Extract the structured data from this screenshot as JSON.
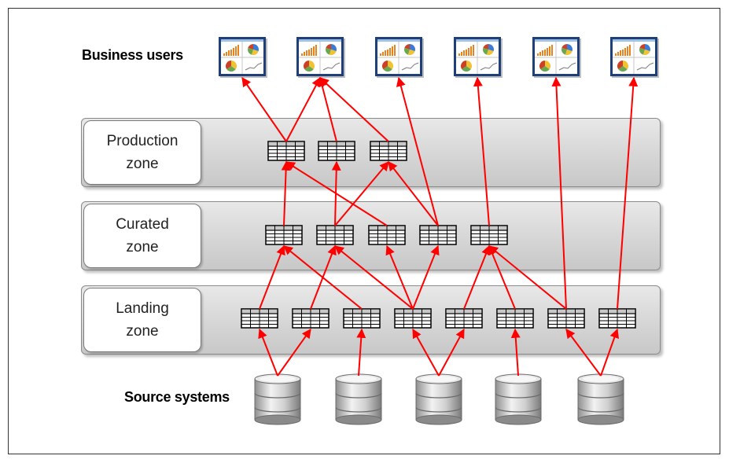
{
  "labels": {
    "business_users": "Business users",
    "source_systems": "Source systems"
  },
  "zones": [
    {
      "id": "production",
      "label": "Production\nzone"
    },
    {
      "id": "curated",
      "label": "Curated\nzone"
    },
    {
      "id": "landing",
      "label": "Landing\nzone"
    }
  ],
  "colors": {
    "arrow": "#ff0000",
    "zone_bar": "#d4d4d4",
    "table_header": "#c8c8c8",
    "dashboard_frame": "#1f3f78",
    "database": "#b8b8b8",
    "bars": "#e8821c",
    "pie": [
      "#3a7bd5",
      "#f1c232",
      "#6aa84f",
      "#cc4125"
    ]
  },
  "icons": {
    "dashboard": "dashboard-icon",
    "table": "table-icon",
    "database": "database-icon"
  },
  "counts": {
    "dashboards": 6,
    "production_tables": 3,
    "curated_tables": 5,
    "landing_tables": 8,
    "sources": 5
  },
  "edges": [
    [
      "S1",
      "L1"
    ],
    [
      "S1",
      "L2"
    ],
    [
      "S2",
      "L3"
    ],
    [
      "S3",
      "L4"
    ],
    [
      "S3",
      "L5"
    ],
    [
      "S4",
      "L6"
    ],
    [
      "S5",
      "L7"
    ],
    [
      "S5",
      "L8"
    ],
    [
      "L1",
      "C1"
    ],
    [
      "L2",
      "C2"
    ],
    [
      "L3",
      "C1"
    ],
    [
      "L4",
      "C2"
    ],
    [
      "L4",
      "C3"
    ],
    [
      "L4",
      "C4"
    ],
    [
      "L5",
      "C5"
    ],
    [
      "L6",
      "C5"
    ],
    [
      "L7",
      "C5"
    ],
    [
      "L8",
      "U6"
    ],
    [
      "L7",
      "U5"
    ],
    [
      "C1",
      "P1"
    ],
    [
      "C2",
      "P2"
    ],
    [
      "C2",
      "P3"
    ],
    [
      "C3",
      "P1"
    ],
    [
      "C4",
      "P3"
    ],
    [
      "C4",
      "U3"
    ],
    [
      "C5",
      "U4"
    ],
    [
      "P1",
      "U1"
    ],
    [
      "P1",
      "U2"
    ],
    [
      "P2",
      "U2"
    ],
    [
      "P3",
      "U2"
    ]
  ]
}
